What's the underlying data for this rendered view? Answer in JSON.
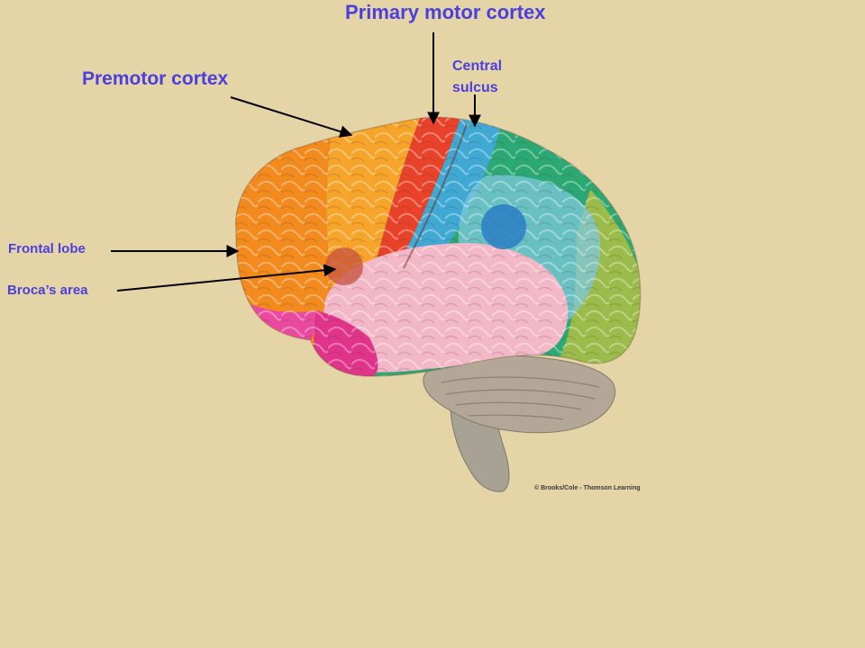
{
  "labels": {
    "primary_motor_cortex": "Primary motor cortex",
    "premotor_cortex": "Premotor cortex",
    "central_sulcus": "Central\nsulcus",
    "frontal_lobe": "Frontal lobe",
    "brocas_area": "Broca’s area"
  },
  "credit": "© Brooks/Cole - Thomson Learning",
  "colors": {
    "background": "#E4D4A6",
    "label_text": "#4B3FE0",
    "leader_line": "#000000",
    "frontal_lobe": "#F28A1E",
    "premotor_cortex": "#F6A42A",
    "primary_motor_cortex": "#E9422A",
    "somatosensory_cortex": "#3FA9D4",
    "parietal_lobe": "#2BA873",
    "occipital_lobe": "#9BBB4A",
    "temporal_lobe": "#F2B8C8",
    "temporal_pole": "#E0338A",
    "orbitofrontal": "#E94AA0",
    "cerebellum": "#B3A898",
    "brainstem": "#A8A295",
    "brocas_area": "#C4523E",
    "wernickes_area": "#2A7EC4"
  }
}
